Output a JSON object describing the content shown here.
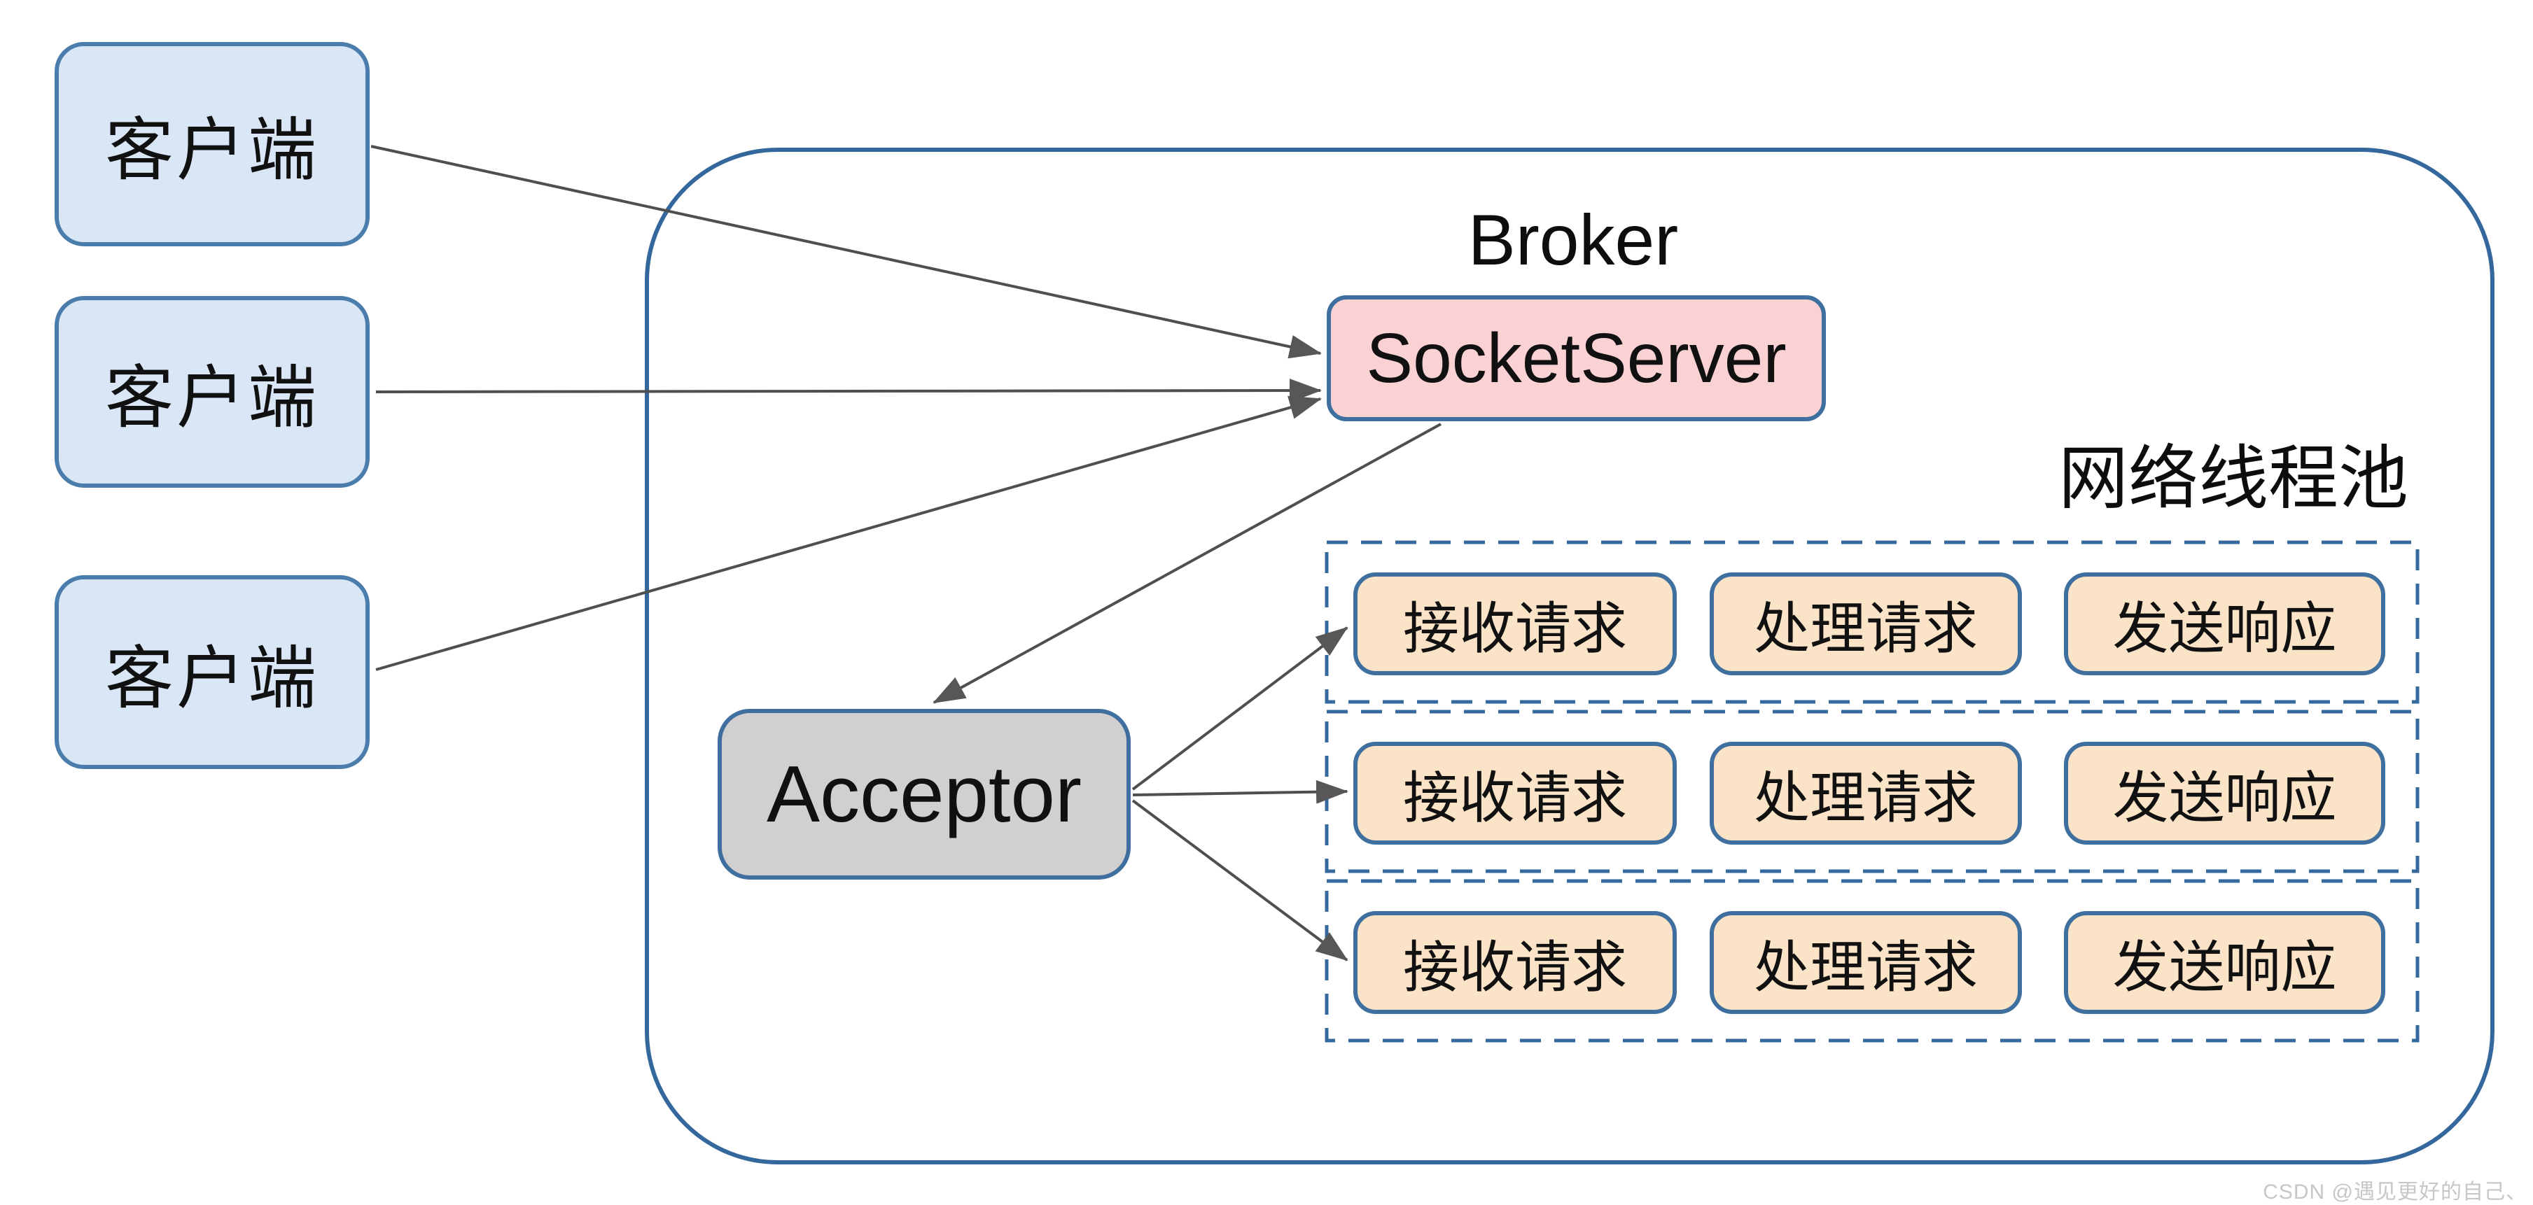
{
  "clients": [
    {
      "label": "客户端"
    },
    {
      "label": "客户端"
    },
    {
      "label": "客户端"
    }
  ],
  "broker": {
    "title": "Broker",
    "socket_server_label": "SocketServer",
    "acceptor_label": "Acceptor",
    "network_thread_pool_label": "网络线程池",
    "thread_rows": [
      {
        "steps": [
          "接收请求",
          "处理请求",
          "发送响应"
        ]
      },
      {
        "steps": [
          "接收请求",
          "处理请求",
          "发送响应"
        ]
      },
      {
        "steps": [
          "接收请求",
          "处理请求",
          "发送响应"
        ]
      }
    ]
  },
  "watermark": "CSDN @遇见更好的自己、",
  "colors": {
    "client_fill": "#d8e6f6",
    "client_border": "#4a7dab",
    "socket_server_fill": "#fbd2d4",
    "acceptor_fill": "#d1cfd0",
    "step_fill": "#fbe3c8",
    "node_border": "#3f6f9f",
    "container_border": "#34689c",
    "dashed_border": "#36699e",
    "arrow": "#4f4f4f",
    "watermark_text": "#c8c6c6"
  }
}
